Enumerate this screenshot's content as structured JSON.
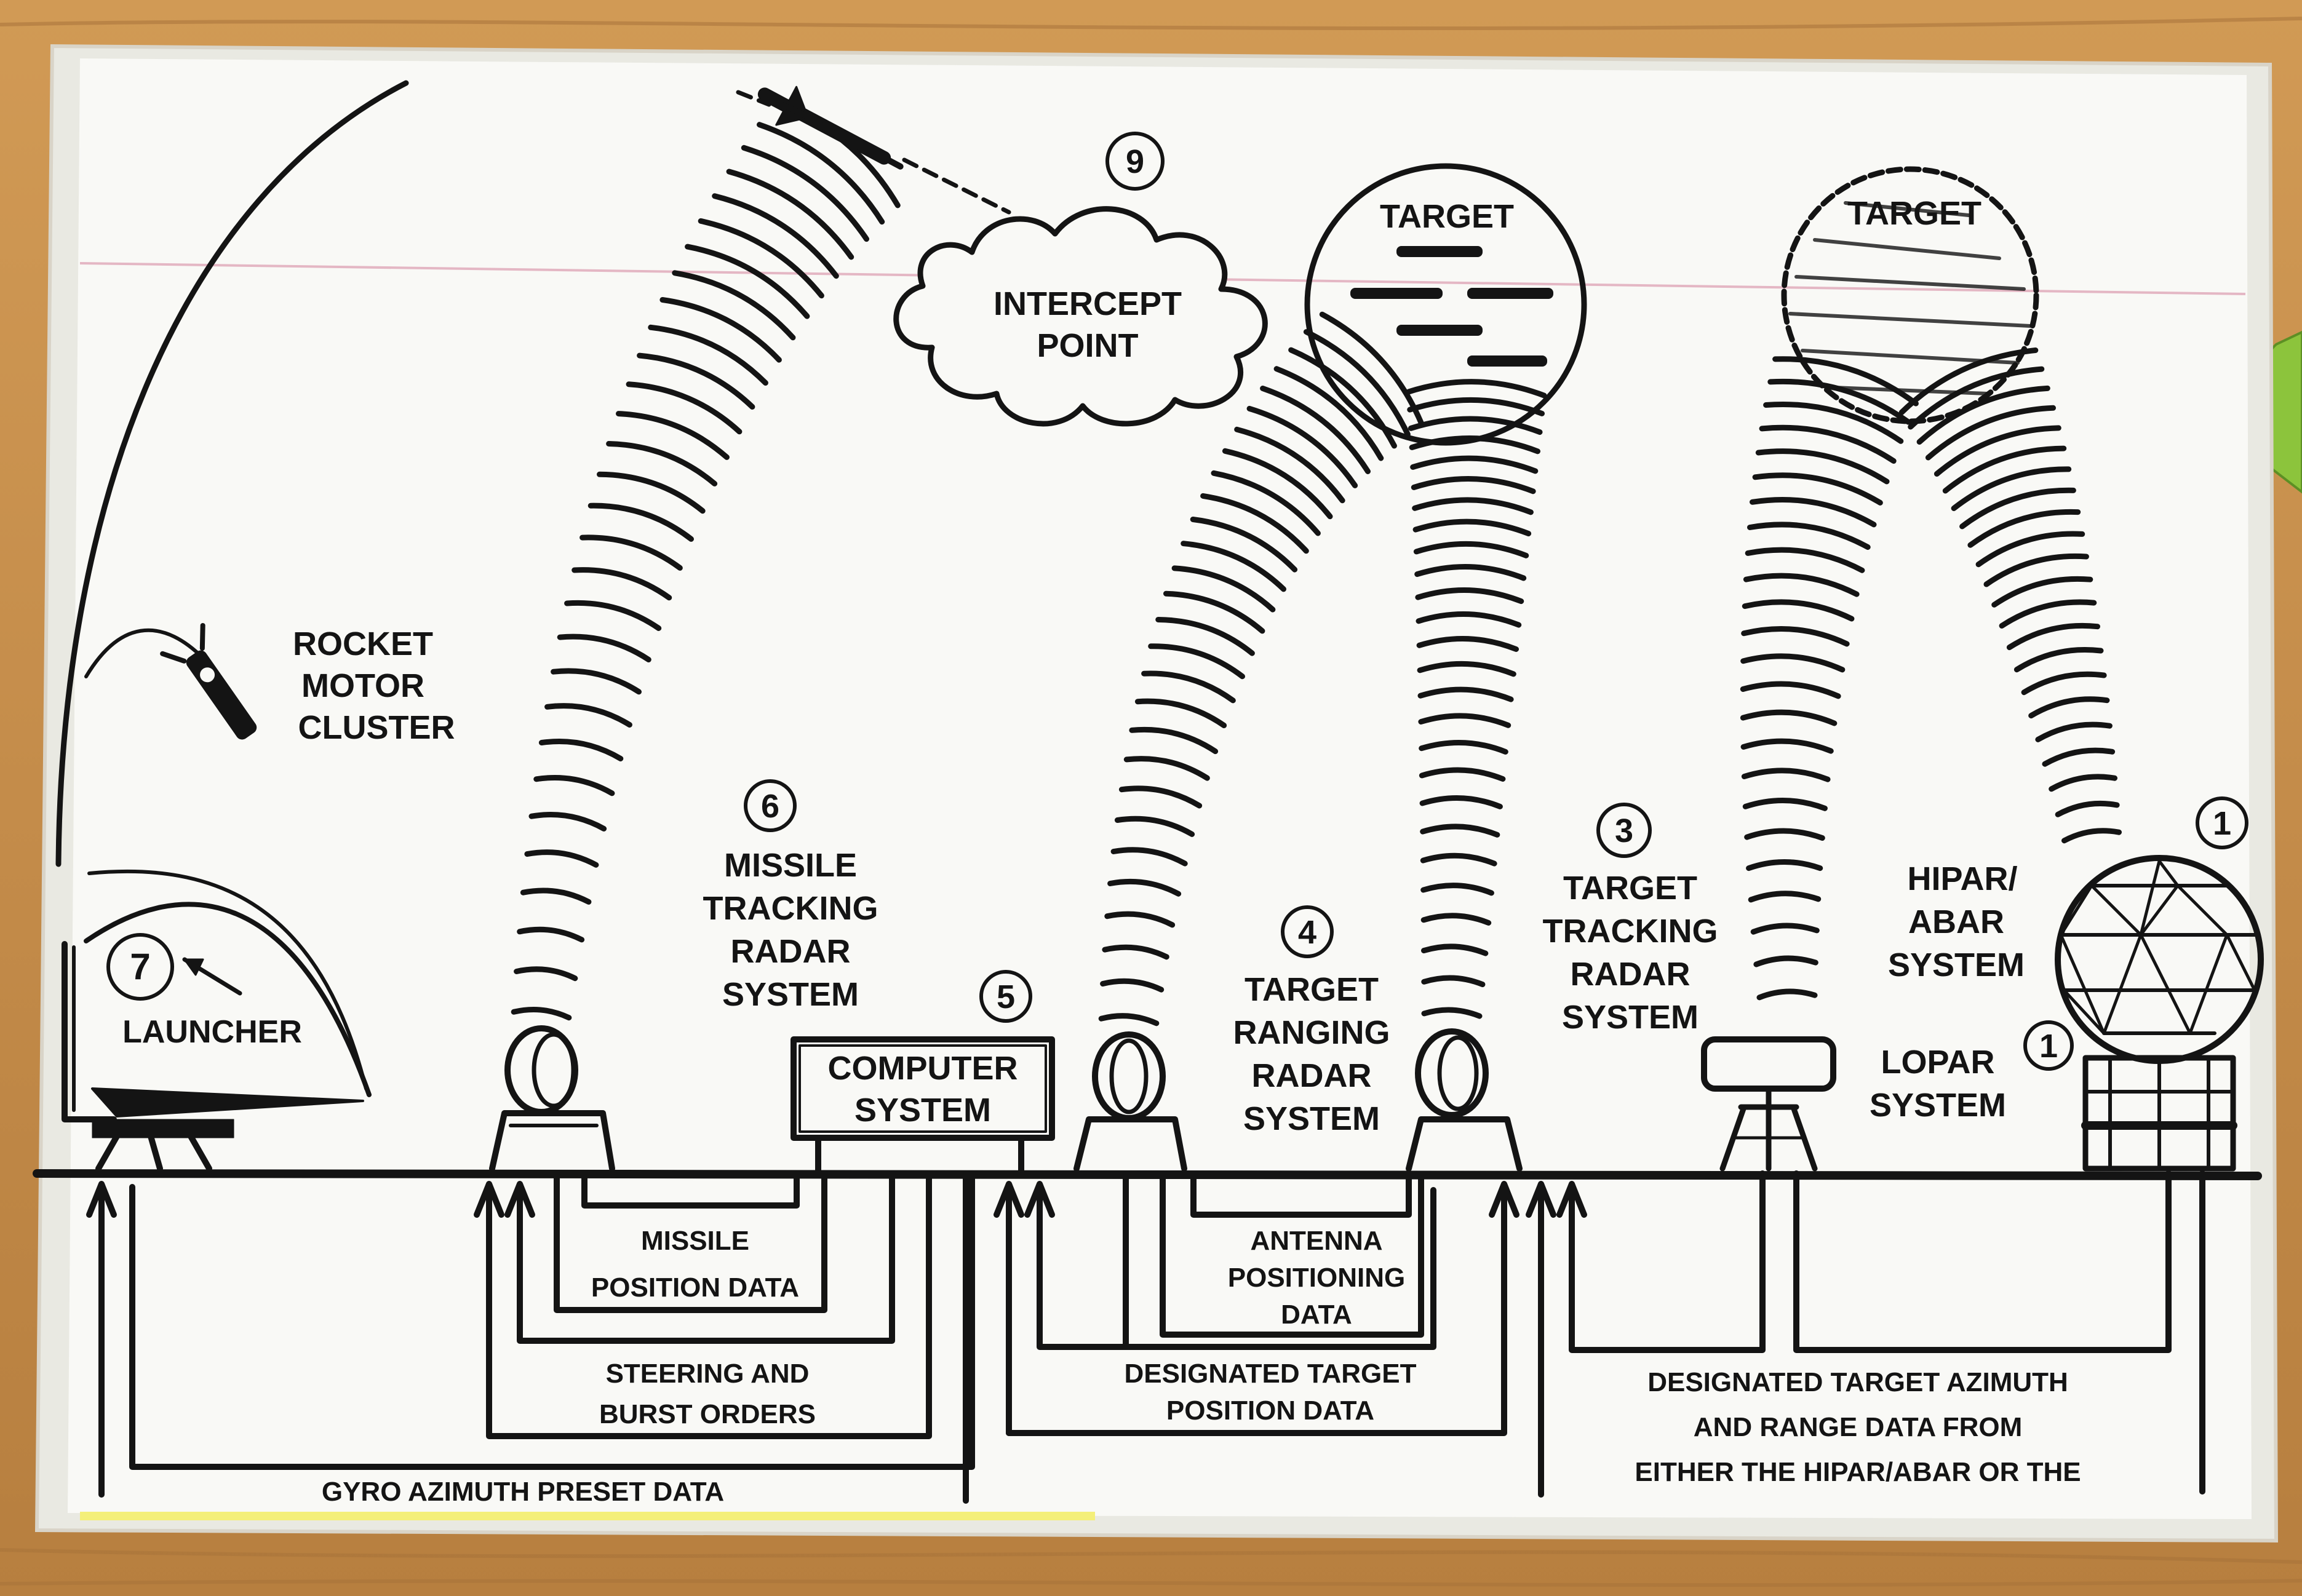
{
  "labels": {
    "intercept_point": [
      "INTERCEPT",
      "POINT"
    ],
    "target_left": "TARGET",
    "target_right": "TARGET",
    "rocket_motor_cluster": [
      "ROCKET",
      "MOTOR",
      "CLUSTER"
    ],
    "missile_tracking_radar": [
      "MISSILE",
      "TRACKING",
      "RADAR",
      "SYSTEM"
    ],
    "computer_system": [
      "COMPUTER",
      "SYSTEM"
    ],
    "target_ranging_radar": [
      "TARGET",
      "RANGING",
      "RADAR",
      "SYSTEM"
    ],
    "target_tracking_radar": [
      "TARGET",
      "TRACKING",
      "RADAR",
      "SYSTEM"
    ],
    "hipar_abar": [
      "HIPAR/",
      "ABAR",
      "SYSTEM"
    ],
    "lopar": [
      "LOPAR",
      "SYSTEM"
    ],
    "launcher": "LAUNCHER",
    "missile_position_data": [
      "MISSILE",
      "POSITION DATA"
    ],
    "antenna_positioning_data": [
      "ANTENNA",
      "POSITIONING",
      "DATA"
    ],
    "steering_burst_orders": [
      "STEERING AND",
      "BURST ORDERS"
    ],
    "designated_target_position": [
      "DESIGNATED TARGET",
      "POSITION DATA"
    ],
    "gyro_azimuth": "GYRO AZIMUTH PRESET DATA",
    "designated_target_azimuth": [
      "DESIGNATED TARGET AZIMUTH",
      "AND RANGE DATA FROM",
      "EITHER THE HIPAR/ABAR OR THE"
    ]
  },
  "callouts": {
    "intercept": "9",
    "missile_tracking": "6",
    "computer": "5",
    "target_ranging": "4",
    "target_tracking": "3",
    "hipar": "1",
    "lopar": "1",
    "launcher": "7"
  },
  "colors": {
    "ink": "#141414",
    "paper": "#f9f9f6",
    "wood": "#c7924f",
    "highlight": "#f4ef7a",
    "green_tab": "#8cc43c"
  }
}
